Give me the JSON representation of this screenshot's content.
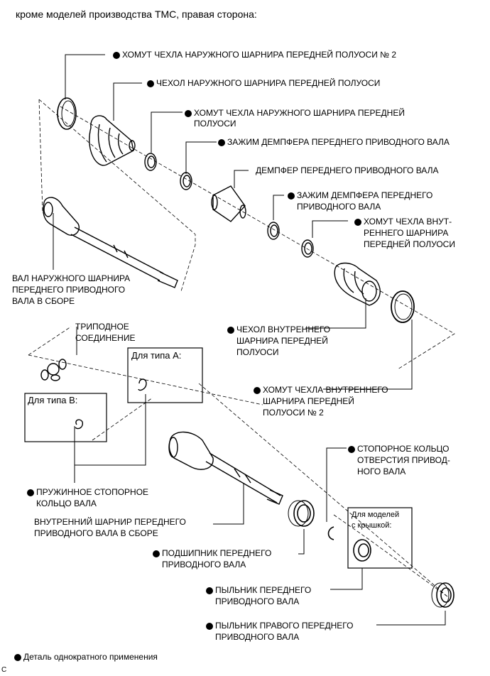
{
  "title": "кроме моделей производства ТМС, правая сторона:",
  "labels": {
    "clamp_outer_no2": "ХОМУТ ЧЕХЛА НАРУЖНОГО ШАРНИРА ПЕРЕДНЕЙ ПОЛУОСИ № 2",
    "boot_outer": "ЧЕХОЛ НАРУЖНОГО ШАРНИРА ПЕРЕДНЕЙ ПОЛУОСИ",
    "clamp_outer_1": "ХОМУТ ЧЕХЛА НАРУЖНОГО ШАРНИРА ПЕРЕДНЕЙ",
    "clamp_outer_2": "ПОЛУОСИ",
    "damper_clamp_a": "ЗАЖИМ ДЕМПФЕРА ПЕРЕДНЕГО ПРИВОДНОГО ВАЛА",
    "damper": "ДЕМПФЕР ПЕРЕДНЕГО ПРИВОДНОГО ВАЛА",
    "damper_clamp_b_1": "ЗАЖИМ ДЕМПФЕРА ПЕРЕДНЕГО",
    "damper_clamp_b_2": "ПРИВОДНОГО ВАЛА",
    "clamp_inner_1": "ХОМУТ ЧЕХЛА ВНУТ-",
    "clamp_inner_2": "РЕННЕГО ШАРНИРА",
    "clamp_inner_3": "ПЕРЕДНЕЙ ПОЛУОСИ",
    "outer_shaft_1": "ВАЛ НАРУЖНОГО ШАРНИРА",
    "outer_shaft_2": "ПЕРЕДНЕГО ПРИВОДНОГО",
    "outer_shaft_3": "ВАЛА В СБОРЕ",
    "tripod_1": "ТРИПОДНОЕ",
    "tripod_2": "СОЕДИНЕНИЕ",
    "boot_inner_1": "ЧЕХОЛ ВНУТРЕННЕГО",
    "boot_inner_2": "ШАРНИРА ПЕРЕДНЕЙ",
    "boot_inner_3": "ПОЛУОСИ",
    "type_a": "Для типа А:",
    "type_b": "Для типа В:",
    "clamp_inner_no2_1": "ХОМУТ ЧЕХЛА ВНУТРЕННЕГО",
    "clamp_inner_no2_2": "ШАРНИРА ПЕРЕДНЕЙ",
    "clamp_inner_no2_3": "ПОЛУОСИ № 2",
    "snap_ring_hole_1": "СТОПОРНОЕ КОЛЬЦО",
    "snap_ring_hole_2": "ОТВЕРСТИЯ ПРИВОД-",
    "snap_ring_hole_3": "НОГО ВАЛА",
    "spring_snap_1": "ПРУЖИННОЕ СТОПОРНОЕ",
    "spring_snap_2": "КОЛЬЦО ВАЛА",
    "inner_joint_1": "ВНУТРЕННИЙ ШАРНИР ПЕРЕДНЕГО",
    "inner_joint_2": "ПРИВОДНОГО ВАЛА В СБОРЕ",
    "cap_models_1": "Для моделей",
    "cap_models_2": "с крышкой:",
    "bearing_1": "ПОДШИПНИК ПЕРЕДНЕГО",
    "bearing_2": "ПРИВОДНОГО ВАЛА",
    "dust_seal_1": "ПЫЛЬНИК ПЕРЕДНЕГО",
    "dust_seal_2": "ПРИВОДНОГО ВАЛА",
    "dust_seal_rh_1": "ПЫЛЬНИК ПРАВОГО ПЕРЕДНЕГО",
    "dust_seal_rh_2": "ПРИВОДНОГО ВАЛА"
  },
  "legend": "Деталь однократного применения",
  "corner_mark": "C"
}
